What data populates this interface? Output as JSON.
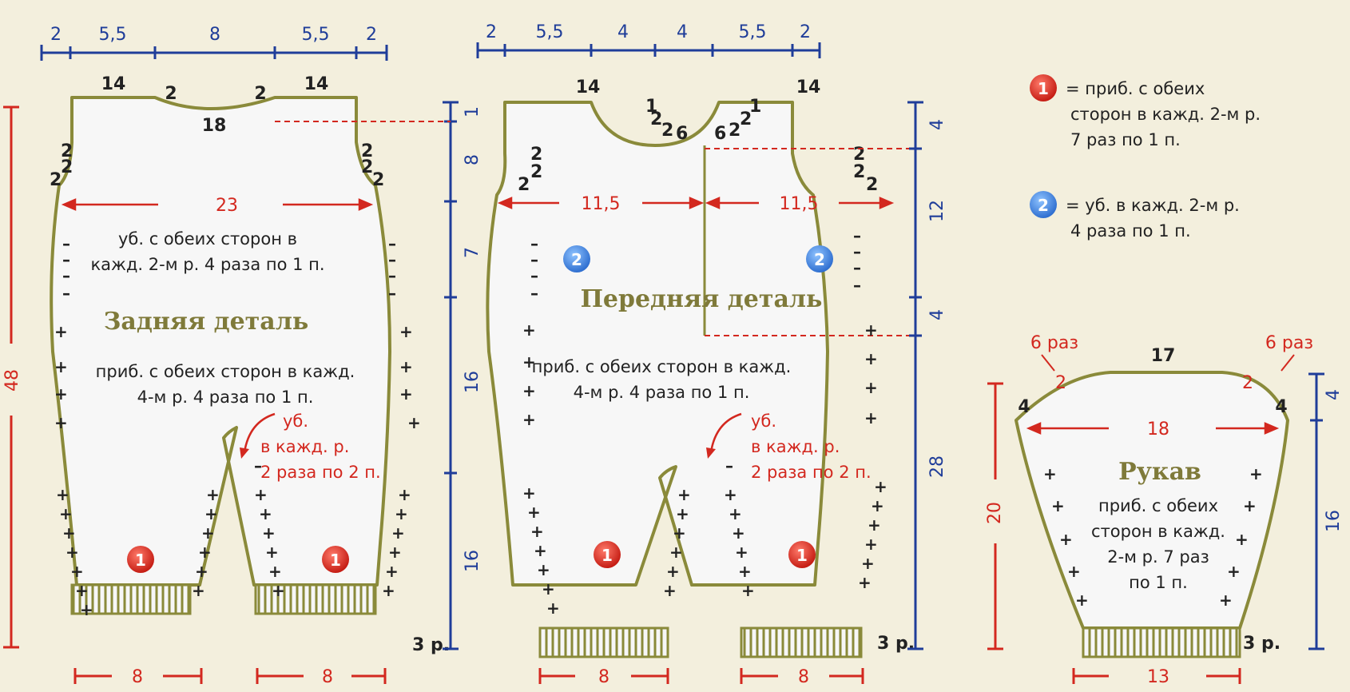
{
  "top_scale_left": [
    "2",
    "5,5",
    "8",
    "5,5",
    "2"
  ],
  "top_scale_right": [
    "2",
    "5,5",
    "4",
    "4",
    "5,5",
    "2"
  ],
  "back": {
    "title": "Задняя деталь",
    "shoulder_left": "14",
    "shoulder_right": "14",
    "neck_step_left": "2",
    "neck_step_right": "2",
    "neck_width": "18",
    "armhole_left": [
      "2",
      "2",
      "2"
    ],
    "armhole_right": [
      "2",
      "2",
      "2"
    ],
    "width": "23",
    "dec_text_1": "уб. с обеих сторон в",
    "dec_text_2": "кажд. 2-м р. 4 раза по 1 п.",
    "inc_text_1": "приб. с обеих сторон в кажд.",
    "inc_text_2": "4-м р. 4 раза по 1 п.",
    "crotch_1": "уб.",
    "crotch_2": "в кажд. р.",
    "crotch_3": "2 раза по 2 п.",
    "height_total": "48",
    "heights": [
      "1",
      "8",
      "7",
      "16",
      "16"
    ],
    "rib_rows": "3 р.",
    "leg_left": "8",
    "leg_right": "8",
    "marker": "1"
  },
  "front": {
    "title": "Передняя деталь",
    "shoulder_left": "14",
    "shoulder_right": "14",
    "neck_left": [
      "1",
      "2",
      "2",
      "6"
    ],
    "neck_right": [
      "6",
      "2",
      "2",
      "1"
    ],
    "armhole_left": [
      "2",
      "2",
      "2"
    ],
    "armhole_right": [
      "2",
      "2",
      "2"
    ],
    "half_width_left": "11,5",
    "half_width_right": "11,5",
    "inc_text_1": "приб. с обеих сторон в кажд.",
    "inc_text_2": "4-м р. 4 раза по 1 п.",
    "crotch_1": "уб.",
    "crotch_2": "в кажд. р.",
    "crotch_3": "2 раза по 2 п.",
    "heights": [
      "4",
      "12",
      "4",
      "28"
    ],
    "rib_rows": "3 р.",
    "leg_left": "8",
    "leg_right": "8",
    "marker1": "1",
    "marker2": "2"
  },
  "sleeve": {
    "title": "Рукав",
    "top": "17",
    "top_step_left": "2",
    "top_step_right": "2",
    "rep_left": "6 раз",
    "rep_right": "6 раз",
    "side_left": "4",
    "side_right": "4",
    "width": "18",
    "inc_text": [
      "приб. с обеих",
      "сторон в кажд.",
      "2-м р. 7 раз",
      "по 1 п."
    ],
    "height_left": "20",
    "height_right_top": "4",
    "height_right": "16",
    "rib_rows": "3 р.",
    "cuff": "13"
  },
  "legend": [
    {
      "marker": "1",
      "lines": [
        "= приб. с обеих",
        "сторон в кажд. 2-м р.",
        "7 раз по 1 п."
      ]
    },
    {
      "marker": "2",
      "lines": [
        "= уб. в кажд. 2-м р.",
        "4 раза по 1 п."
      ]
    }
  ],
  "colors": {
    "outline": "#8a8a3a",
    "fill": "#f7f7f7",
    "red": "#d3281f",
    "blue": "#1f3d99",
    "title": "#7f7a3a"
  }
}
